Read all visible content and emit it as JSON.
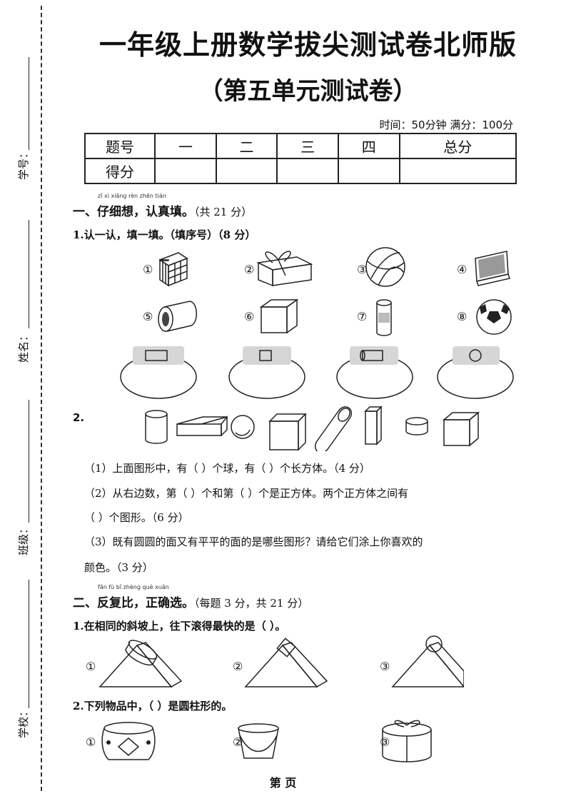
{
  "side": {
    "student_no": "学号：",
    "name": "姓名：",
    "class": "班级：",
    "school": "学校："
  },
  "header": {
    "title": "一年级上册数学拔尖测试卷北师版",
    "subtitle": "（第五单元测试卷）",
    "meta": "时间：50分钟  满分：100分"
  },
  "score_table": {
    "row1": [
      "题号",
      "一",
      "二",
      "三",
      "四",
      "总分"
    ],
    "row2_label": "得分"
  },
  "section1": {
    "pinyin": "zǐ  xì  xiǎng     rèn zhēn tián",
    "title": "一、仔细想，认真填。",
    "points": "（共 21 分）",
    "q1": "1.认一认，填一填。（填序号）（8 分）",
    "items": [
      "①",
      "②",
      "③",
      "④",
      "⑤",
      "⑥",
      "⑦",
      "⑧"
    ],
    "q2": "2.",
    "q2_1": "（1）上面图形中，有（        ）个球，有（        ）个长方体。（4 分）",
    "q2_2a": "（2）从右边数，第（        ）个和第（        ）个是正方体。两个正方体之间有",
    "q2_2b": "（        ）个图形。（6 分）",
    "q2_3a": "（3）既有圆圆的面又有平平的面的是哪些图形？请给它们涂上你喜欢的",
    "q2_3b": "颜色。（3 分）"
  },
  "section2": {
    "pinyin": "fǎn  fù  bǐ     zhèng què xuǎn",
    "title": "二、反复比，正确选。",
    "points": "（每题 3 分，共 21 分）",
    "q1": "1.在相同的斜坡上，往下滚得最快的是（        ）。",
    "q1_items": [
      "①",
      "②",
      "③"
    ],
    "q2": "2.下列物品中，（        ）是圆柱形的。",
    "q2_items": [
      "①",
      "②",
      "③"
    ]
  },
  "footer": "第  页"
}
